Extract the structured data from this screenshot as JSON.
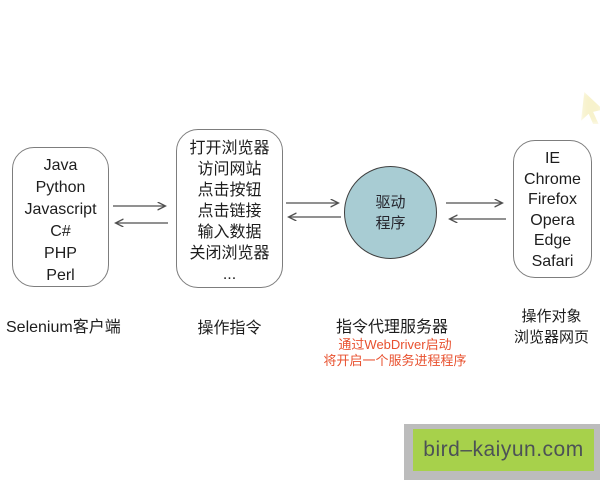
{
  "diagram": {
    "client_box": {
      "items": [
        "Java",
        "Python",
        "Javascript",
        "C#",
        "PHP",
        "Perl"
      ],
      "label": "Selenium客户端"
    },
    "commands_box": {
      "items": [
        "打开浏览器",
        "访问网站",
        "点击按钮",
        "点击链接",
        "输入数据",
        "关闭浏览器",
        "..."
      ],
      "label": "操作指令"
    },
    "driver_circle": {
      "line1": "驱动",
      "line2": "程序",
      "label": "指令代理服务器",
      "note_line1": "通过WebDriver启动",
      "note_line2": "将开启一个服务进程程序"
    },
    "browsers_box": {
      "items": [
        "IE",
        "Chrome",
        "Firefox",
        "Opera",
        "Edge",
        "Safari"
      ],
      "label_line1": "操作对象",
      "label_line2": "浏览器网页"
    }
  },
  "watermark": {
    "text": "bird–kaiyun.com"
  },
  "colors": {
    "circle_fill": "#a8ccd3",
    "note_red": "#e8512f",
    "badge_green": "#a7d14b",
    "badge_frame": "#bcbcbc",
    "arrow_stroke": "#4f4f4f"
  }
}
